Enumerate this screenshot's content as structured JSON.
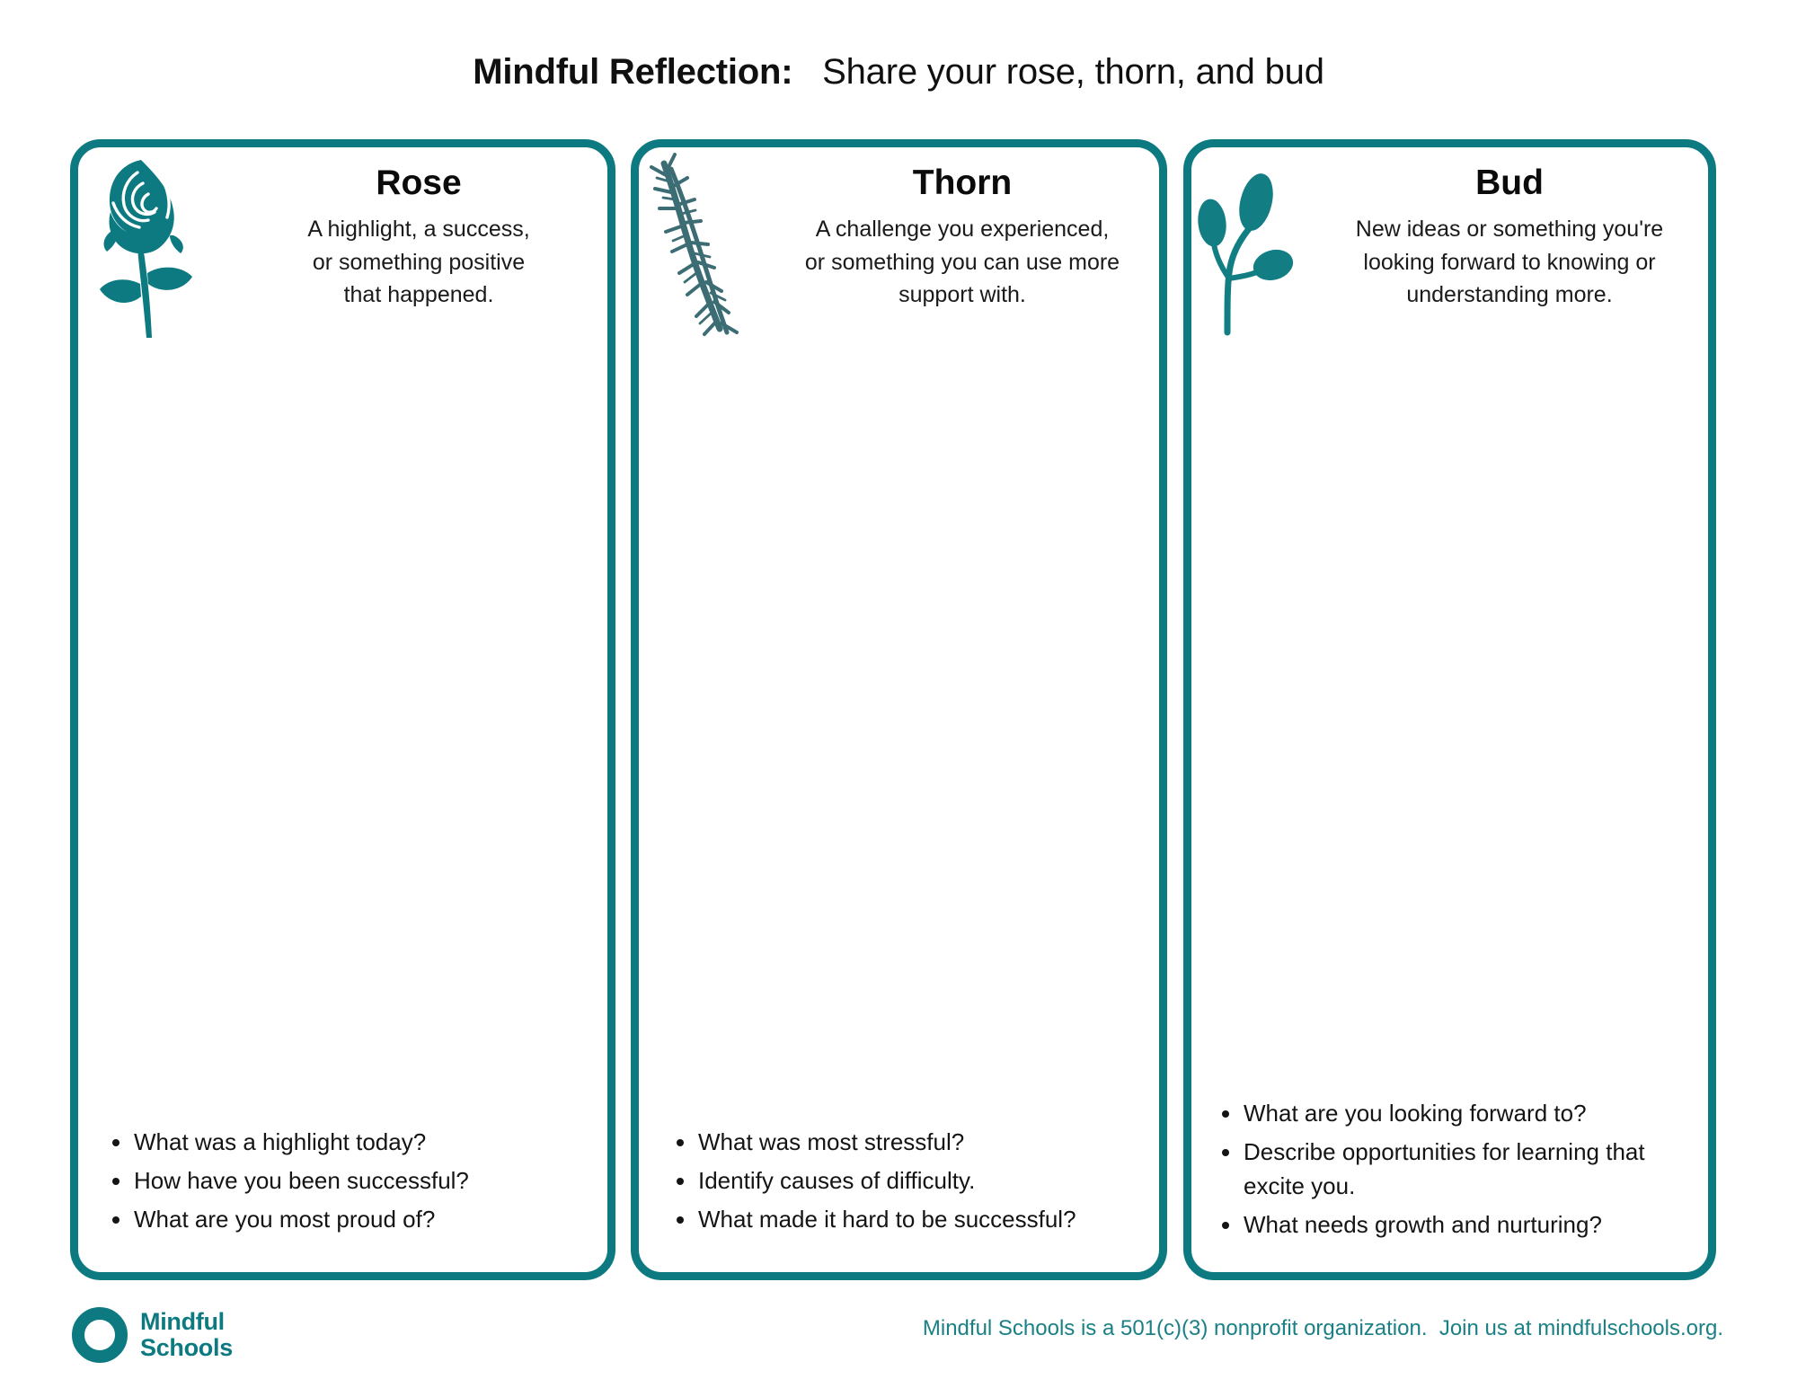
{
  "title": {
    "bold": "Mindful Reflection:",
    "regular": "Share your rose, thorn, and bud"
  },
  "theme": {
    "teal": "#0c7a80",
    "footer_teal": "#1b8086",
    "thorn_teal": "#3d6d74",
    "text": "#141414",
    "background": "#ffffff"
  },
  "cards": [
    {
      "id": "rose",
      "icon": "rose-icon",
      "heading": "Rose",
      "description": "A highlight, a success, or something positive that happened.",
      "description_lines": [
        "A highlight, a success,",
        "or something positive",
        "that happened."
      ],
      "prompts": [
        "What was a highlight today?",
        "How have you been successful?",
        "What are you most proud of?"
      ]
    },
    {
      "id": "thorn",
      "icon": "thorn-branch-icon",
      "heading": "Thorn",
      "description": "A challenge you experienced, or something you can use more support with.",
      "description_lines": [
        "A challenge you experienced,",
        "or something you can use more",
        "support with."
      ],
      "prompts": [
        "What was most stressful?",
        "Identify causes of difficulty.",
        "What made it hard to be successful?"
      ]
    },
    {
      "id": "bud",
      "icon": "bud-sprout-icon",
      "heading": "Bud",
      "description": "New ideas or something you're looking forward to knowing or understanding more.",
      "description_lines": [
        "New ideas or something you're",
        "looking forward to knowing or",
        "understanding more."
      ],
      "prompts": [
        "What are you looking forward to?",
        "Describe opportunities for learning that excite you.",
        "What needs growth and nurturing?"
      ]
    }
  ],
  "footer": {
    "logo_icon": "mindful-schools-ring-logo",
    "logo_line1": "Mindful",
    "logo_line2": "Schools",
    "note": "Mindful Schools is a 501(c)(3) nonprofit organization.  Join us at mindfulschools.org."
  }
}
